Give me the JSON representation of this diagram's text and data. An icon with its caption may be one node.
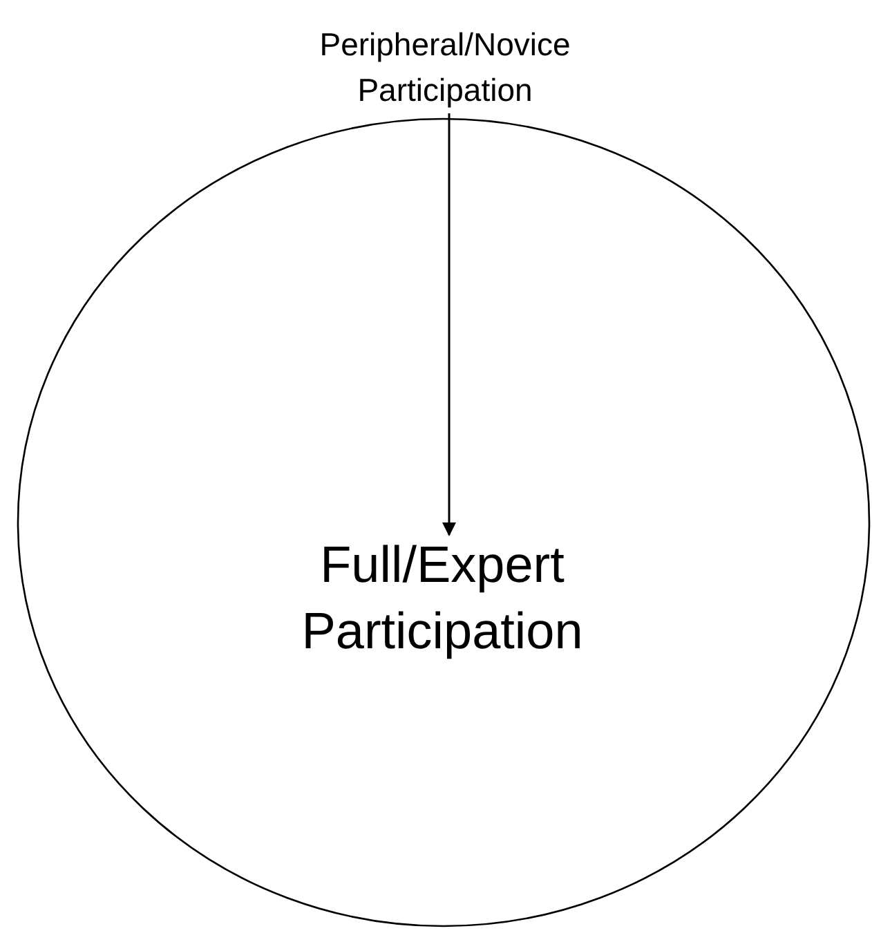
{
  "diagram": {
    "nodes": [
      {
        "text": [
          "Peripheral/Novice Participation"
        ]
      },
      {
        "text": [],
        "shape": "circle"
      },
      {
        "text": [
          "Full/Expert Participation"
        ],
        "in": 1
      }
    ],
    "edges": [
      {
        "from": 0,
        "to": 2,
        "arrow": "to"
      }
    ]
  }
}
